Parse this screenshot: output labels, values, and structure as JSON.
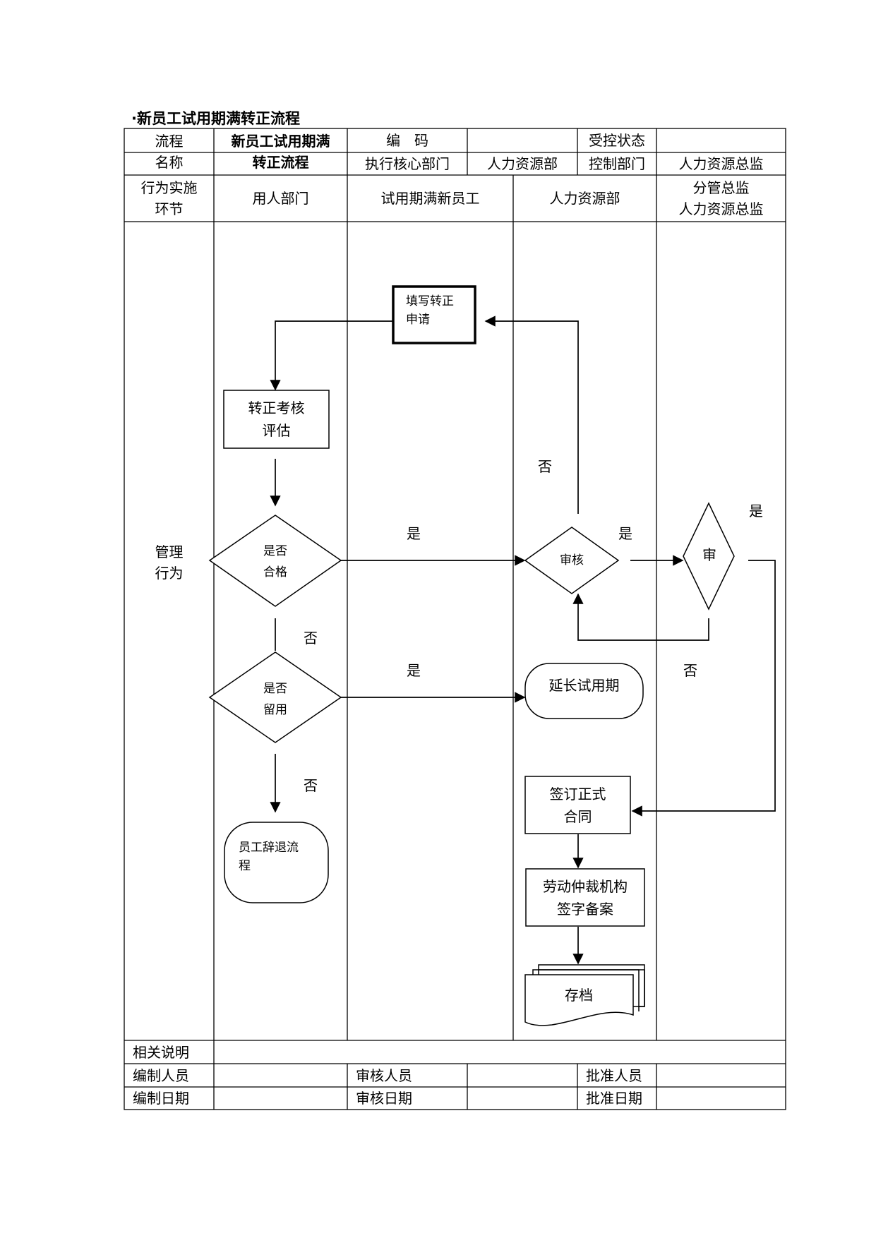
{
  "doc_title": "·新员工试用期满转正流程",
  "header": {
    "process_name_label": [
      "流程",
      "名称"
    ],
    "process_name": [
      "新员工试用期满",
      "转正流程"
    ],
    "code_label": "编　码",
    "code_value": "",
    "control_status_label": "受控状态",
    "control_status_value": "",
    "exec_dept_label": "执行核心部门",
    "exec_dept_value": "人力资源部",
    "control_dept_label": "控制部门",
    "control_dept_value": "人力资源总监"
  },
  "lanes": {
    "stage_label": [
      "行为实施",
      "环节"
    ],
    "lane1": "用人部门",
    "lane2": "试用期满新员工",
    "lane3": "人力资源部",
    "lane4": [
      "分管总监",
      "人力资源总监"
    ]
  },
  "row_label": [
    "管理",
    "行为"
  ],
  "nodes": {
    "apply": [
      "填写转正",
      "申请"
    ],
    "assess": [
      "转正考核",
      "评估"
    ],
    "qualified": [
      "是否",
      "合格"
    ],
    "retain": [
      "是否",
      "留用"
    ],
    "dismiss": [
      "员工辞退流",
      "程"
    ],
    "review_hr": "审核",
    "review_dir": "审",
    "extend": "延长试用期",
    "contract": [
      "签订正式",
      "合同"
    ],
    "arbitration": [
      "劳动仲裁机构",
      "签字备案"
    ],
    "archive": "存档"
  },
  "edge_labels": {
    "yes": "是",
    "no": "否"
  },
  "footer": {
    "notes_label": "相关说明",
    "notes_value": "",
    "prepared_by_label": "编制人员",
    "reviewed_by_label": "审核人员",
    "approved_by_label": "批准人员",
    "prepared_date_label": "编制日期",
    "reviewed_date_label": "审核日期",
    "approved_date_label": "批准日期"
  }
}
